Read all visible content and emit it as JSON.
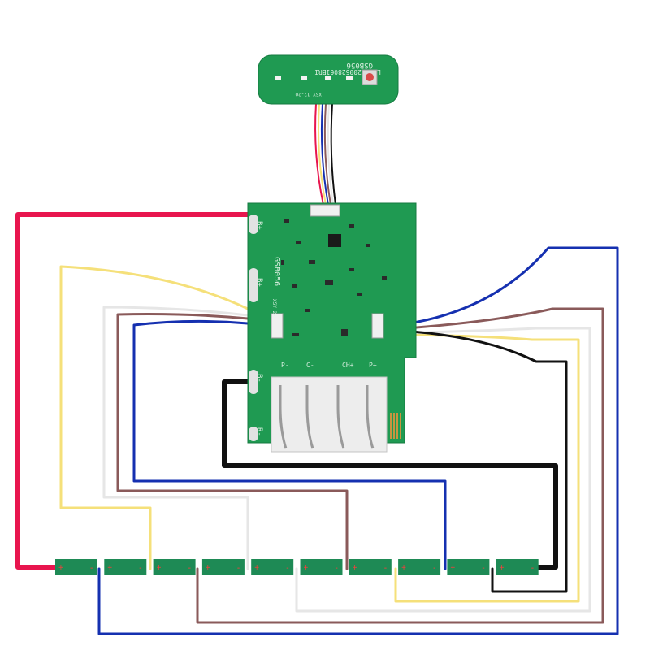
{
  "main_board": {
    "model_label": "GSB056",
    "version_label": "XSY 2-",
    "pads": [
      "B+",
      "B+",
      "B-",
      "R-"
    ],
    "terminals": [
      "P-",
      "C-",
      "CH+",
      "P+"
    ]
  },
  "led_board": {
    "model_label": "GSB056",
    "serial_label": "LTH20200628061BRI",
    "date_label": "XSY 12-20"
  },
  "cells": {
    "count": 10,
    "polarity_mark": "+",
    "negative_mark": "-"
  },
  "colors": {
    "red": "#e8154e",
    "yellow": "#f5e07a",
    "white": "#e6e6e6",
    "brown": "#8a5a5a",
    "blue": "#1530b0",
    "black": "#111111",
    "pcb": "#1f9a52",
    "cell": "#1e8a55"
  }
}
